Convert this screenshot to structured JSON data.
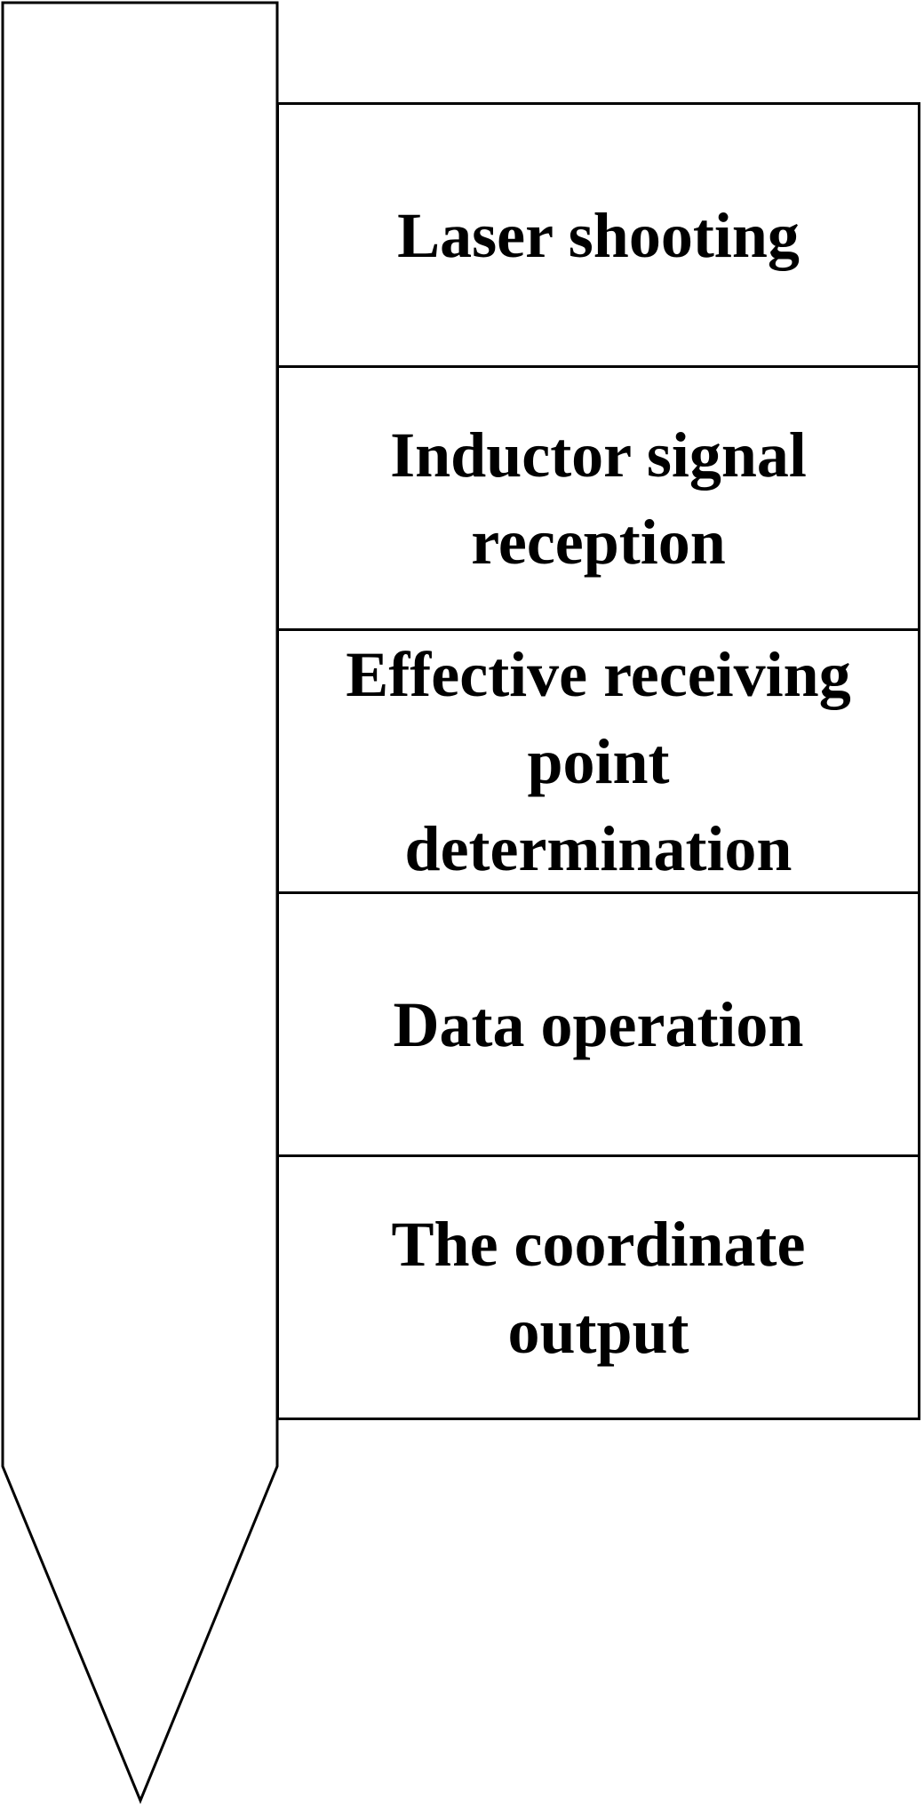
{
  "diagram": {
    "steps": [
      {
        "label": "Laser shooting"
      },
      {
        "label": "Inductor signal\nreception"
      },
      {
        "label": "Effective receiving\npoint\ndetermination"
      },
      {
        "label": "Data operation"
      },
      {
        "label": "The coordinate\noutput"
      }
    ]
  }
}
